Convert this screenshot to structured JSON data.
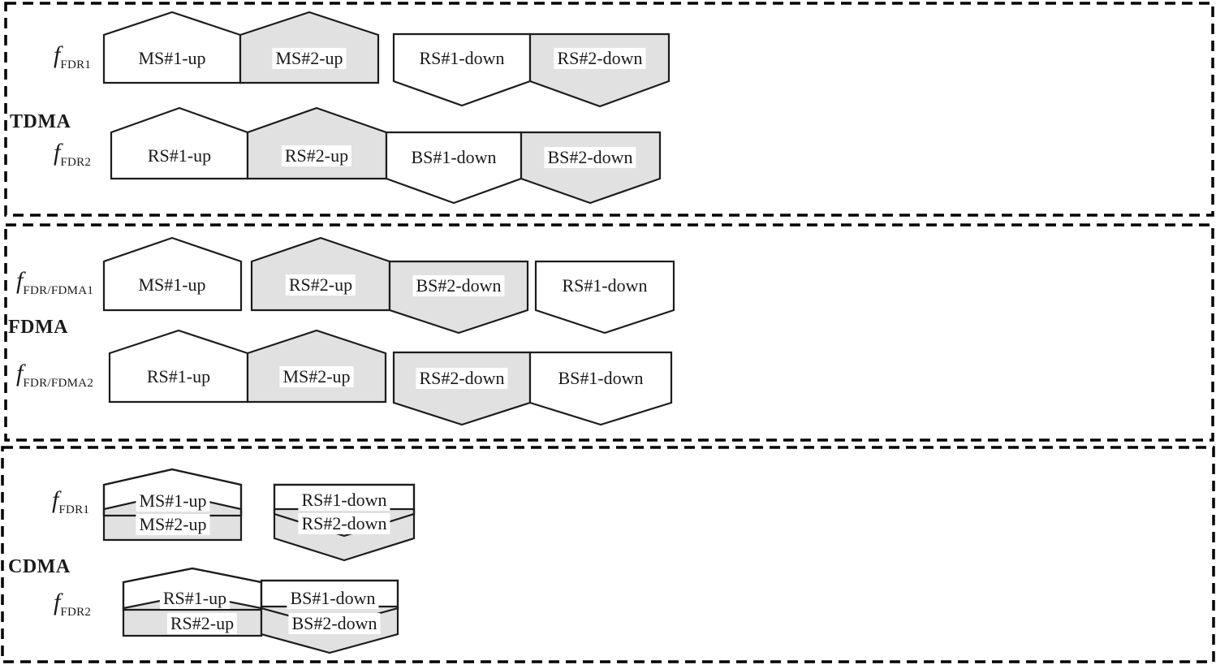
{
  "colors": {
    "shaded": "#e1e1e1",
    "unshaded": "#ffffff",
    "stroke": "#1c1c1c",
    "border": "#000000"
  },
  "sections": [
    {
      "name": "TDMA",
      "rows": [
        {
          "freq": {
            "base": "f",
            "sub": "FDR1"
          },
          "blocks": [
            {
              "label": "MS#1-up",
              "shaded": false,
              "direction": "up"
            },
            {
              "label": "MS#2-up",
              "shaded": true,
              "direction": "up"
            },
            {
              "label": "RS#1-down",
              "shaded": false,
              "direction": "down"
            },
            {
              "label": "RS#2-down",
              "shaded": true,
              "direction": "down"
            }
          ]
        },
        {
          "freq": {
            "base": "f",
            "sub": "FDR2"
          },
          "blocks": [
            {
              "label": "RS#1-up",
              "shaded": false,
              "direction": "up"
            },
            {
              "label": "RS#2-up",
              "shaded": true,
              "direction": "up"
            },
            {
              "label": "BS#1-down",
              "shaded": false,
              "direction": "down"
            },
            {
              "label": "BS#2-down",
              "shaded": true,
              "direction": "down"
            }
          ]
        }
      ]
    },
    {
      "name": "FDMA",
      "rows": [
        {
          "freq": {
            "base": "f",
            "sub": "FDR/FDMA1"
          },
          "blocks": [
            {
              "label": "MS#1-up",
              "shaded": false,
              "direction": "up"
            },
            {
              "label": "RS#2-up",
              "shaded": true,
              "direction": "up"
            },
            {
              "label": "BS#2-down",
              "shaded": true,
              "direction": "down"
            },
            {
              "label": "RS#1-down",
              "shaded": false,
              "direction": "down"
            }
          ]
        },
        {
          "freq": {
            "base": "f",
            "sub": "FDR/FDMA2"
          },
          "blocks": [
            {
              "label": "RS#1-up",
              "shaded": false,
              "direction": "up"
            },
            {
              "label": "MS#2-up",
              "shaded": true,
              "direction": "up"
            },
            {
              "label": "RS#2-down",
              "shaded": true,
              "direction": "down"
            },
            {
              "label": "BS#1-down",
              "shaded": false,
              "direction": "down"
            }
          ]
        }
      ]
    },
    {
      "name": "CDMA",
      "rows": [
        {
          "freq": {
            "base": "f",
            "sub": "FDR1"
          },
          "blocks": [
            {
              "label": "MS#1-up",
              "shaded": false,
              "direction": "up"
            },
            {
              "label": "MS#2-up",
              "shaded": true,
              "direction": "up"
            },
            {
              "label": "RS#1-down",
              "shaded": false,
              "direction": "down"
            },
            {
              "label": "RS#2-down",
              "shaded": true,
              "direction": "down"
            }
          ]
        },
        {
          "freq": {
            "base": "f",
            "sub": "FDR2"
          },
          "blocks": [
            {
              "label": "RS#1-up",
              "shaded": false,
              "direction": "up"
            },
            {
              "label": "RS#2-up",
              "shaded": true,
              "direction": "up"
            },
            {
              "label": "BS#1-down",
              "shaded": false,
              "direction": "down"
            },
            {
              "label": "BS#2-down",
              "shaded": true,
              "direction": "down"
            }
          ]
        }
      ]
    }
  ]
}
